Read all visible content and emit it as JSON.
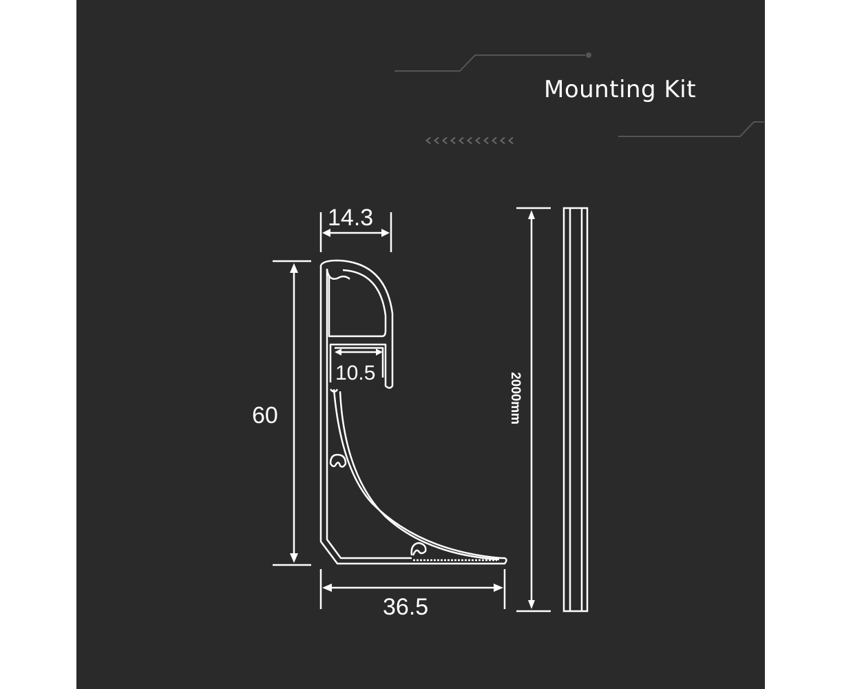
{
  "title": "Mounting Kit",
  "dimensions": {
    "top_width": "14.3",
    "inner_width": "10.5",
    "height": "60",
    "base_width": "36.5",
    "length": "2000mm"
  },
  "colors": {
    "background": "#2a2a2a",
    "line": "#ffffff",
    "deco": "#555555"
  }
}
